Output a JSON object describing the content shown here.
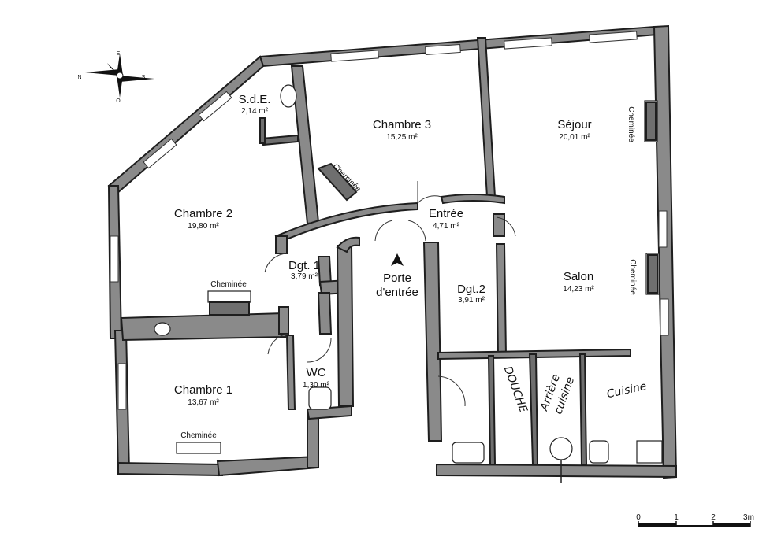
{
  "compass": {
    "n": "N",
    "s": "S",
    "e": "E",
    "o": "O"
  },
  "rooms": {
    "sde": {
      "name": "S.d.E.",
      "area": "2,14 m²"
    },
    "chambre3": {
      "name": "Chambre 3",
      "area": "15,25 m²"
    },
    "sejour": {
      "name": "Séjour",
      "area": "20,01 m²"
    },
    "chambre2": {
      "name": "Chambre 2",
      "area": "19,80 m²"
    },
    "entree": {
      "name": "Entrée",
      "area": "4,71 m²"
    },
    "dgt1": {
      "name": "Dgt. 1",
      "area": "3,79 m²"
    },
    "dgt2": {
      "name": "Dgt.2",
      "area": "3,91 m²"
    },
    "salon": {
      "name": "Salon",
      "area": "14,23 m²"
    },
    "wc": {
      "name": "WC",
      "area": "1,30 m²"
    },
    "chambre1": {
      "name": "Chambre 1",
      "area": "13,67 m²"
    }
  },
  "porte": {
    "line1": "Porte",
    "line2": "d'entrée"
  },
  "cheminee": "Cheminée",
  "handwritten": {
    "douche": "DOUCHE",
    "arriere1": "Arrière",
    "arriere2": "cuisine",
    "cuisine": "Cuisine"
  },
  "scale": {
    "t0": "0",
    "t1": "1",
    "t2": "2",
    "t3": "3m"
  }
}
